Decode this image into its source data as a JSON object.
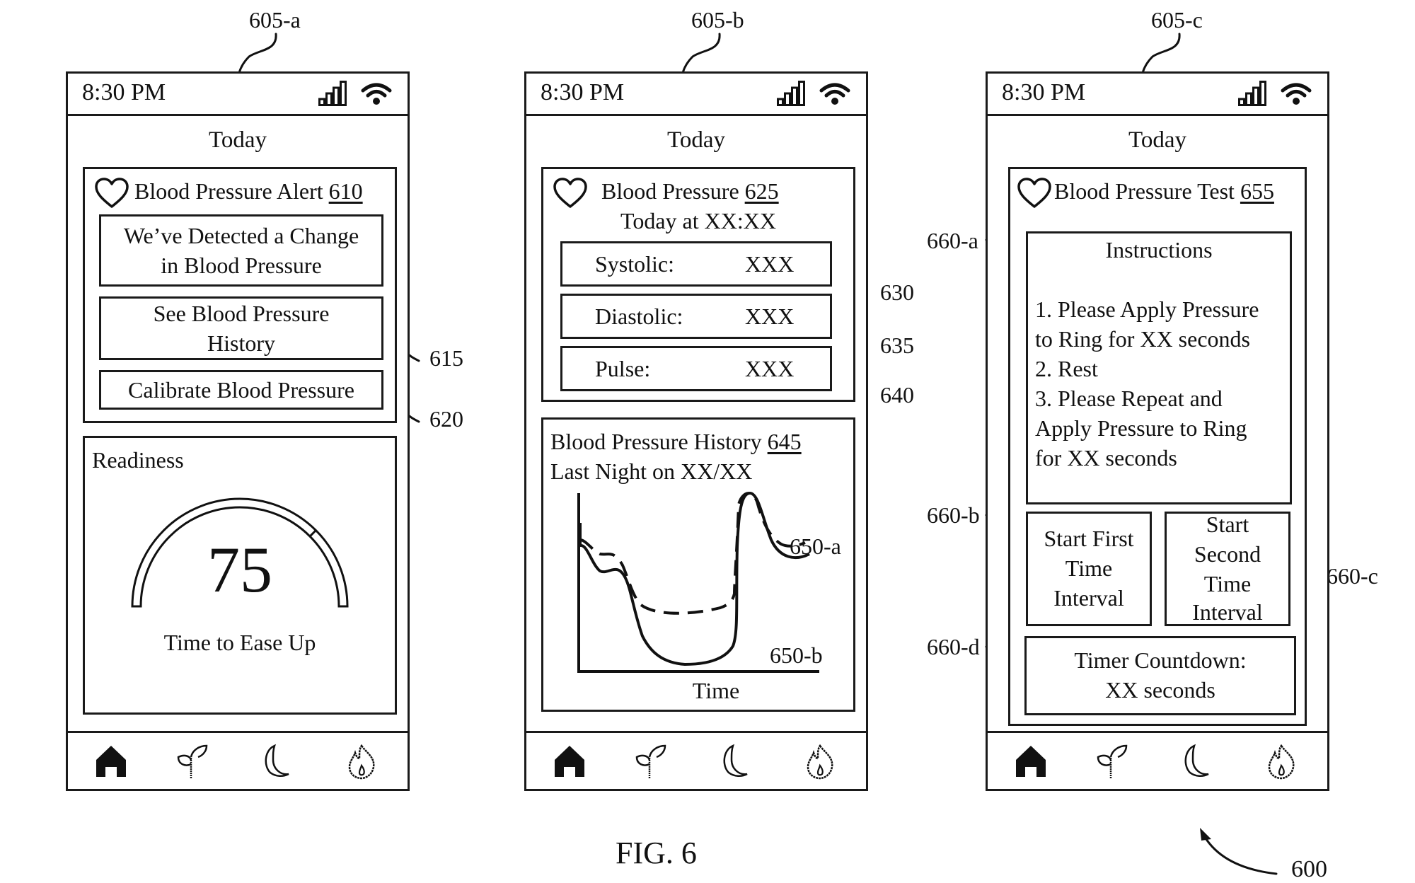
{
  "figure": {
    "caption": "FIG. 6",
    "ref_overall": "600"
  },
  "status_bar": {
    "time": "8:30 PM",
    "icons": [
      "cellular-signal-icon",
      "wifi-icon"
    ]
  },
  "nav_bar": {
    "items": [
      {
        "icon": "home-icon",
        "active": true
      },
      {
        "icon": "sprout-icon",
        "active": false
      },
      {
        "icon": "moon-icon",
        "active": false
      },
      {
        "icon": "flame-icon",
        "active": false
      }
    ]
  },
  "screens": [
    {
      "ref": "605-a",
      "section_title": "Today",
      "alert_card": {
        "title": "Blood Pressure Alert",
        "ref": "610",
        "message_line1": "We’ve Detected a Change",
        "message_line2": "in Blood Pressure",
        "history_button_line1": "See Blood Pressure",
        "history_button_line2": "History",
        "history_button_ref": "615",
        "calibrate_button": "Calibrate Blood Pressure",
        "calibrate_button_ref": "620"
      },
      "readiness_card": {
        "title": "Readiness",
        "score": "75",
        "gauge_fraction": 0.75,
        "subtitle": "Time to Ease Up"
      }
    },
    {
      "ref": "605-b",
      "section_title": "Today",
      "bp_card": {
        "title": "Blood Pressure",
        "ref": "625",
        "subtitle": "Today at XX:XX",
        "readings": [
          {
            "label": "Systolic:",
            "value": "XXX",
            "ref": "630"
          },
          {
            "label": "Diastolic:",
            "value": "XXX",
            "ref": "635"
          },
          {
            "label": "Pulse:",
            "value": "XXX",
            "ref": "640"
          }
        ]
      },
      "history_card": {
        "title": "Blood Pressure History",
        "ref": "645",
        "subtitle": "Last Night on XX/XX",
        "xlabel": "Time",
        "series_refs": [
          "650-a",
          "650-b"
        ]
      }
    },
    {
      "ref": "605-c",
      "section_title": "Today",
      "test_card": {
        "title": "Blood Pressure Test",
        "ref": "655",
        "instructions": {
          "heading": "Instructions",
          "ref": "660-a",
          "lines": [
            "1. Please Apply Pressure",
            "to Ring for XX seconds",
            "2. Rest",
            "3. Please Repeat and",
            "Apply Pressure to Ring",
            "for XX seconds"
          ]
        },
        "first_interval_button": {
          "lines": [
            "Start First",
            "Time",
            "Interval"
          ],
          "ref": "660-b"
        },
        "second_interval_button": {
          "lines": [
            "Start",
            "Second",
            "Time",
            "Interval"
          ],
          "ref": "660-c"
        },
        "timer": {
          "line1": "Timer Countdown:",
          "line2": "XX seconds",
          "ref": "660-d"
        }
      }
    }
  ]
}
